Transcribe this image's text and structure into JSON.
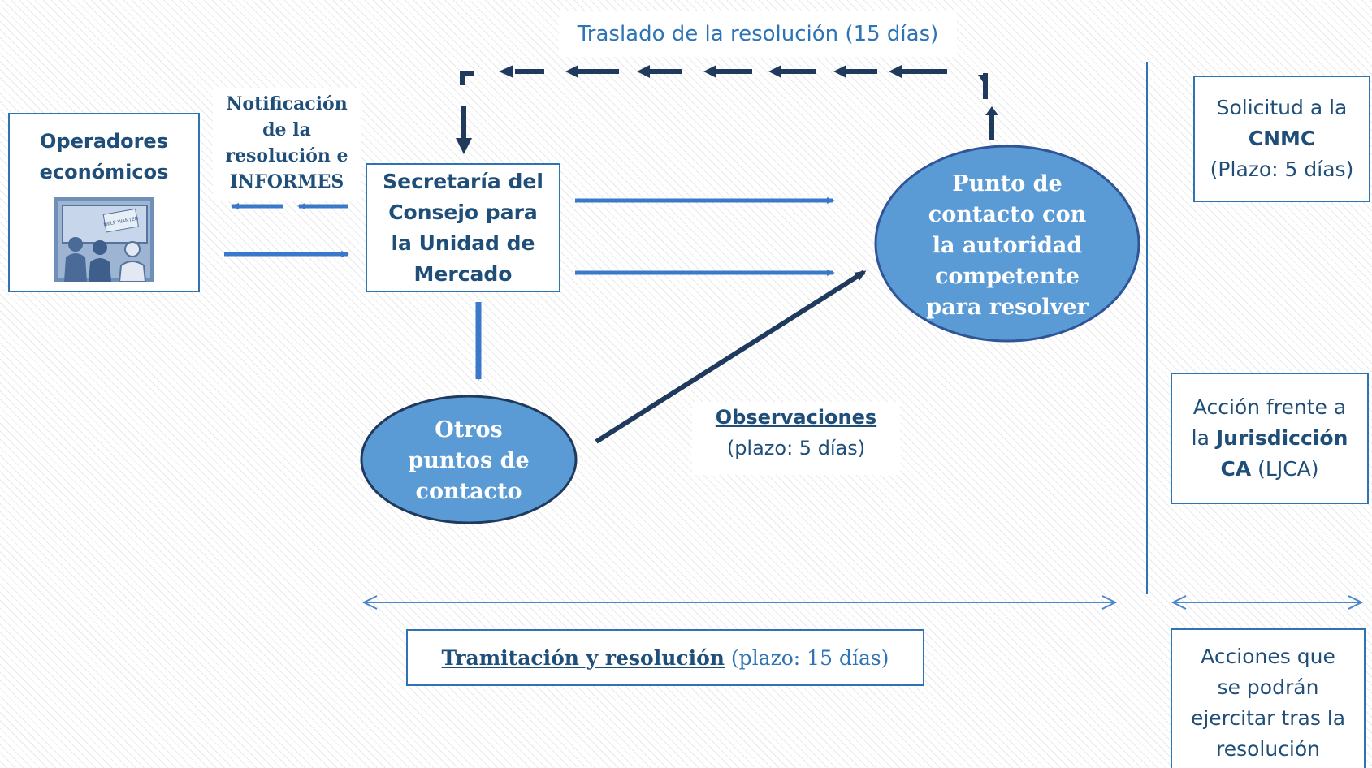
{
  "top_label": "Traslado de la resolución (15 días)",
  "notification": [
    "Notificación",
    "de la",
    "resolución e",
    "INFORMES"
  ],
  "operators": {
    "title_line1": "Operadores",
    "title_line2": "económicos",
    "image_sign": "HELP WANTED"
  },
  "secretaria": [
    "Secretaría del",
    "Consejo para",
    "la Unidad de",
    "Mercado"
  ],
  "punto": [
    "Punto de",
    "contacto con",
    "la autoridad",
    "competente",
    "para resolver"
  ],
  "otros": [
    "Otros",
    "puntos de",
    "contacto"
  ],
  "observaciones": {
    "title": "Observaciones",
    "plazo": "(plazo: 5 días)"
  },
  "tramitacion": {
    "title": "Tramitación y resolución",
    "plazo": " (plazo: 15 días)"
  },
  "solicitud": {
    "line1": "Solicitud a la",
    "bold": "CNMC",
    "line3": "(Plazo: 5 días)"
  },
  "accion": {
    "line1": "Acción frente a",
    "pre": "la ",
    "bold1": "Jurisdicción",
    "bold2": "CA",
    "post": " (LJCA)"
  },
  "acciones_post": [
    "Acciones que",
    "se podrán",
    "ejercitar tras la",
    "resolución"
  ],
  "colors": {
    "dark_navy": "#1f3a5c",
    "arrow_blue": "#3a78c9",
    "ellipse_fill": "#5b9bd5",
    "border_blue": "#2e74b5",
    "text_blue": "#1f4e79"
  }
}
